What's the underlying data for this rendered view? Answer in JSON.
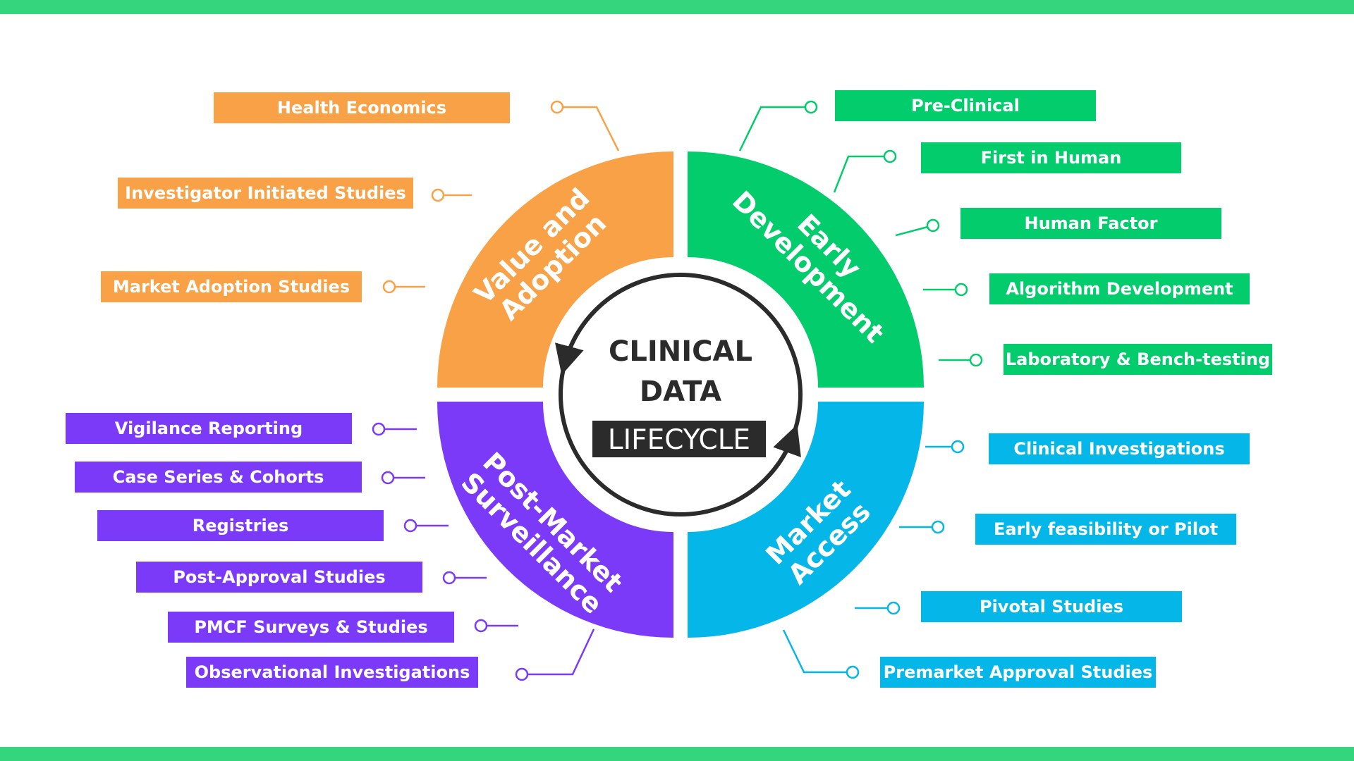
{
  "colors": {
    "frame_bar": "#34d57c",
    "value_adoption": "#f8a146",
    "early_development": "#03cc6c",
    "market_access": "#05b6e8",
    "post_market": "#7b3af7",
    "center_ring": "#2b2b2b",
    "center_text": "#2b2b2b"
  },
  "center": {
    "line1": "CLINICAL",
    "line2": "DATA",
    "badge": "LIFECYCLE"
  },
  "segments": {
    "value_adoption": {
      "line1": "Value and",
      "line2": "Adoption"
    },
    "early_development": {
      "line1": "Early",
      "line2": "Development"
    },
    "market_access": {
      "line1": "Market",
      "line2": "Access"
    },
    "post_market": {
      "line1": "Post-Market",
      "line2": "Surveillance"
    }
  },
  "groups": {
    "value_adoption": [
      "Health Economics",
      "Investigator Initiated Studies",
      "Market Adoption Studies"
    ],
    "early_development": [
      "Pre-Clinical",
      "First in Human",
      "Human Factor",
      "Algorithm Development",
      "Laboratory & Bench-testing"
    ],
    "market_access": [
      "Clinical Investigations",
      "Early feasibility or Pilot",
      "Pivotal Studies",
      "Premarket Approval Studies"
    ],
    "post_market": [
      "Vigilance Reporting",
      "Case Series & Cohorts",
      "Registries",
      "Post-Approval Studies",
      "PMCF Surveys & Studies",
      "Observational Investigations"
    ]
  }
}
